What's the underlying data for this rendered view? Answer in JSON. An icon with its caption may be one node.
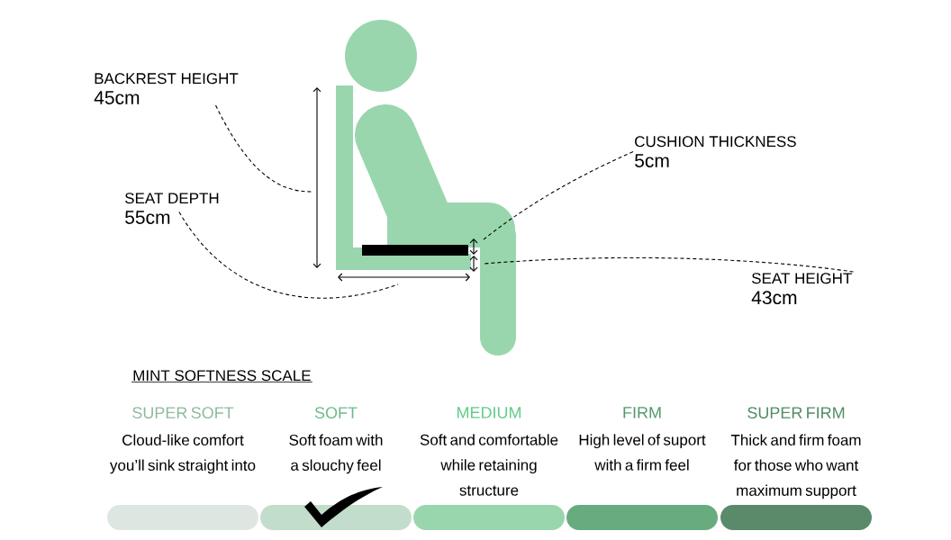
{
  "diagram": {
    "nodes": [
      {
        "text": [
          "BACKREST HEIGHT",
          "45cm"
        ]
      },
      {
        "text": [
          "SEAT DEPTH",
          "55cm"
        ]
      },
      {
        "text": [
          "CUSHION THICKNESS",
          "5cm"
        ]
      },
      {
        "text": [
          "SEAT HEIGHT",
          "43cm"
        ]
      },
      {
        "text": [
          "SUPER SOFT",
          "Cloud-like comfort you’ll sink straight into"
        ]
      },
      {
        "text": [
          "SOFT",
          "Soft foam with a slouchy feel"
        ]
      },
      {
        "text": [
          "MEDIUM",
          "Soft and comfortable while retaining structure"
        ]
      },
      {
        "text": [
          "FIRM",
          "High level of suport with a firm feel"
        ]
      },
      {
        "text": [
          "SUPER FIRM",
          "Thick and firm foam for those who want maximum support"
        ]
      }
    ],
    "edges": [
      {
        "from": 0,
        "to": null,
        "arrow": "none",
        "style": "dashed"
      },
      {
        "from": 1,
        "to": null,
        "arrow": "none",
        "style": "dashed"
      },
      {
        "from": 2,
        "to": null,
        "arrow": "none",
        "style": "dashed"
      },
      {
        "from": 3,
        "to": null,
        "arrow": "none",
        "style": "dashed"
      }
    ],
    "labels": [
      "MINT SOFTNESS SCALE"
    ]
  }
}
